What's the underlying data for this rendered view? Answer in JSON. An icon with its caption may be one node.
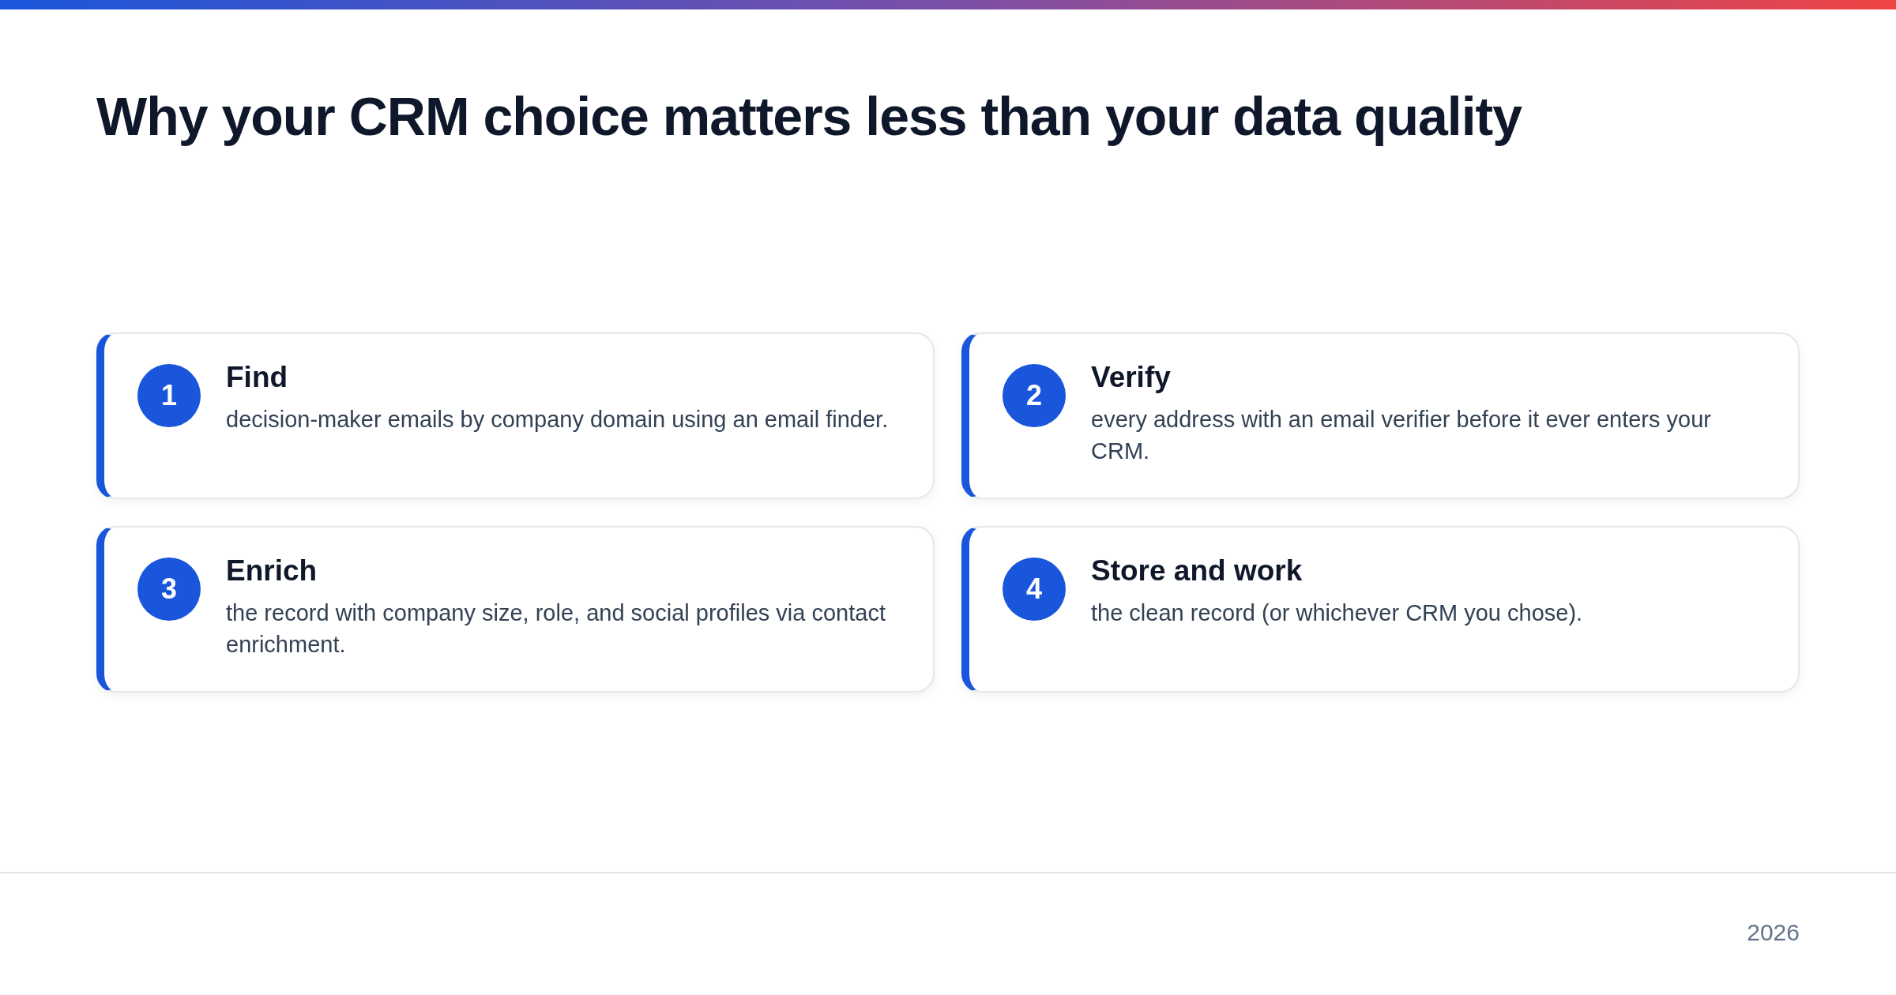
{
  "diagram": {
    "title": "Why your CRM choice matters less than your data quality",
    "nodes": [
      {
        "text": [
          "Find",
          "decision-maker emails by company domain using an email finder."
        ]
      },
      {
        "text": [
          "1"
        ],
        "in": 0
      },
      {
        "text": [
          "Verify",
          "every address with an email verifier before it ever enters your CRM."
        ]
      },
      {
        "text": [
          "2"
        ],
        "in": 2
      },
      {
        "text": [
          "Enrich",
          "the record with company size, role, and social profiles via contact enrichment."
        ]
      },
      {
        "text": [
          "3"
        ],
        "in": 4
      },
      {
        "text": [
          "Store and work",
          "the clean record (or whichever CRM you chose)."
        ]
      },
      {
        "text": [
          "4"
        ],
        "in": 6
      }
    ],
    "labels": [
      "2026"
    ]
  }
}
